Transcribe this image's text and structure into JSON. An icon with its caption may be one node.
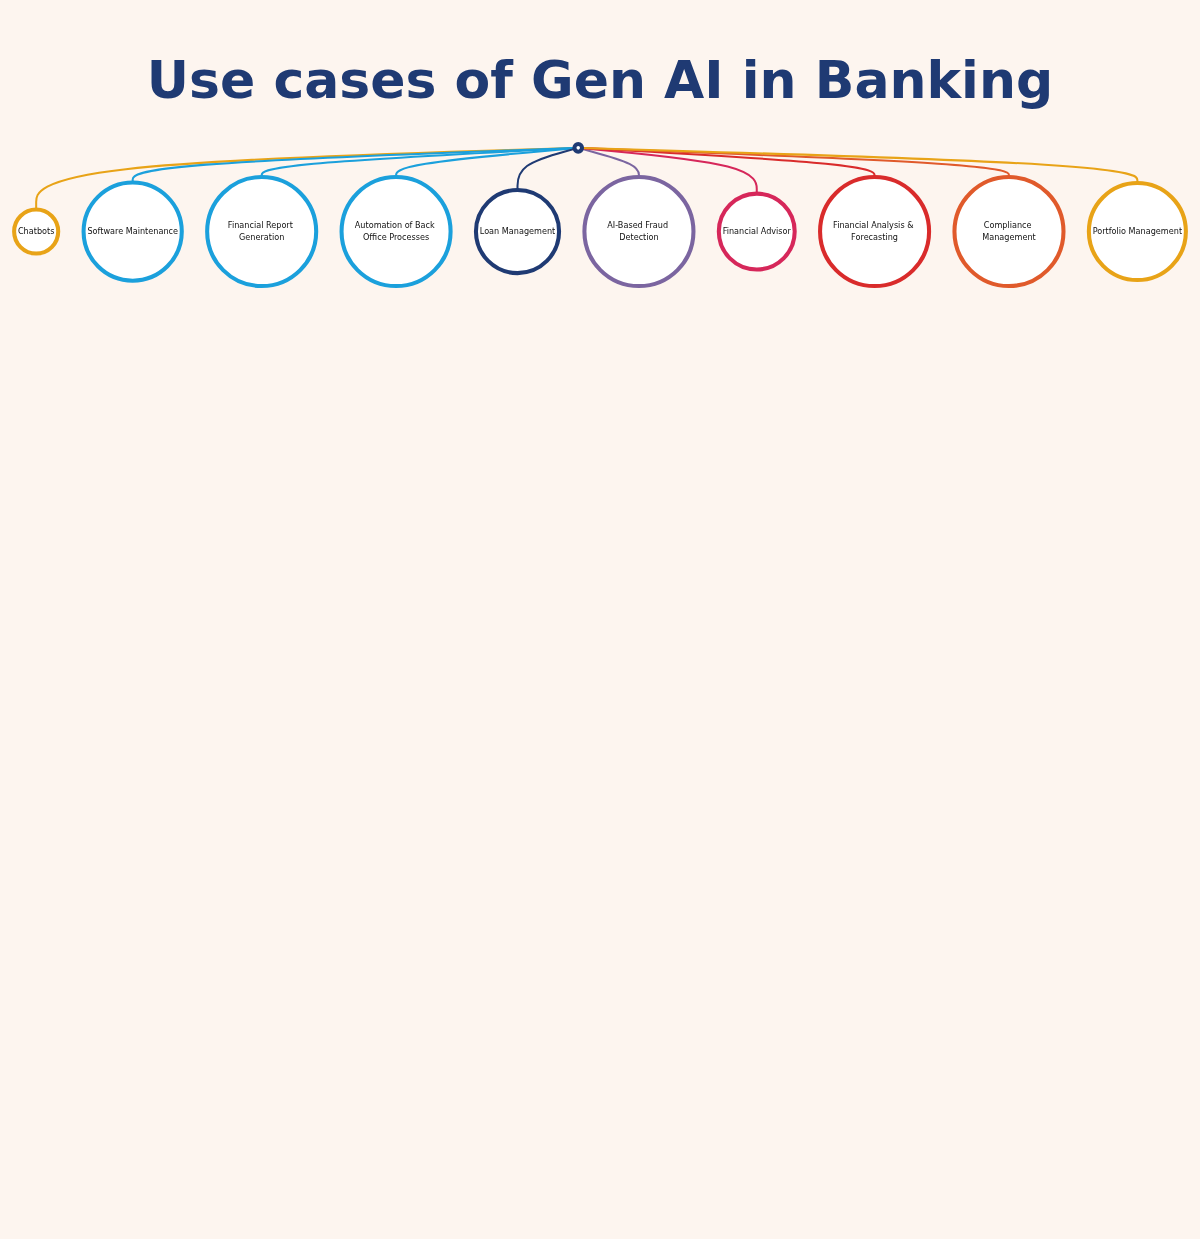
{
  "diagram": {
    "title": "Use cases of Gen AI in Banking",
    "nodes": [
      {
        "text": [],
        "shape": "circle"
      },
      {
        "text": [
          "Chatbots"
        ]
      },
      {
        "text": [
          "Software Maintenance"
        ]
      },
      {
        "text": [
          "Financial Report Generation"
        ]
      },
      {
        "text": [
          "Automation of Back Office Processes"
        ]
      },
      {
        "text": [
          "Loan Management"
        ]
      },
      {
        "text": [
          "AI-Based Fraud Detection"
        ]
      },
      {
        "text": [
          "Financial Advisor"
        ]
      },
      {
        "text": [
          "Financial Analysis & Forecasting"
        ]
      },
      {
        "text": [
          "Compliance Management"
        ]
      },
      {
        "text": [
          "Portfolio Management"
        ]
      }
    ],
    "edges": [
      {
        "from": 0,
        "to": 1,
        "arrow": "none",
        "color": "#e8a317"
      },
      {
        "from": 0,
        "to": 2,
        "arrow": "none",
        "color": "#1ba0dc"
      },
      {
        "from": 0,
        "to": 3,
        "arrow": "none",
        "color": "#1ba0dc"
      },
      {
        "from": 0,
        "to": 4,
        "arrow": "none",
        "color": "#1ba0dc"
      },
      {
        "from": 0,
        "to": 5,
        "arrow": "none",
        "color": "#1f3a73"
      },
      {
        "from": 0,
        "to": 6,
        "arrow": "none",
        "color": "#7b65a0"
      },
      {
        "from": 0,
        "to": 7,
        "arrow": "none",
        "color": "#d6275a"
      },
      {
        "from": 0,
        "to": 8,
        "arrow": "none",
        "color": "#d92b2b"
      },
      {
        "from": 0,
        "to": 9,
        "arrow": "none",
        "color": "#e05a2b"
      },
      {
        "from": 0,
        "to": 10,
        "arrow": "none",
        "color": "#e8a317"
      }
    ]
  }
}
